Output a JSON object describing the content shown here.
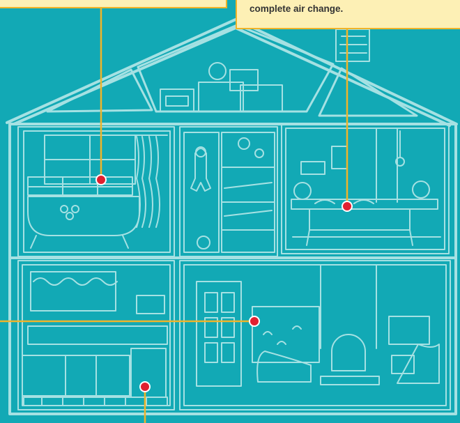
{
  "callouts": {
    "top_left": {
      "text": ""
    },
    "top_right": {
      "text": "complete air change."
    }
  },
  "rooms": [
    "attic",
    "bathroom",
    "kids-room",
    "bedroom",
    "kitchen",
    "living-room"
  ],
  "hotspots": [
    "bathroom",
    "bedroom",
    "living-room",
    "kitchen",
    "kitchen-left-leader",
    "kitchen-bottom-leader"
  ],
  "colors": {
    "background": "#12a9b5",
    "line": "#a5e1e3",
    "leader": "#f0b429",
    "dot": "#e02030",
    "callout_bg": "#fdf0b5"
  }
}
